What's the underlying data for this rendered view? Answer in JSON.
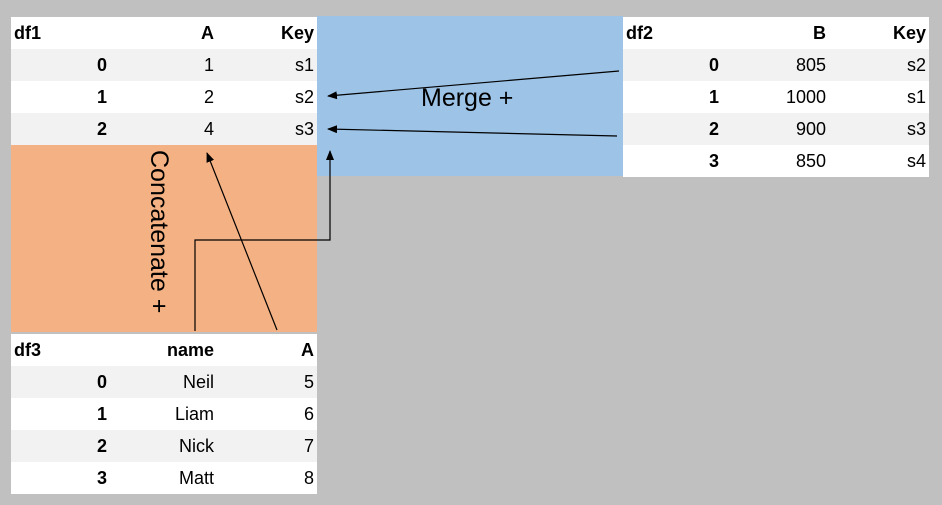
{
  "df1": {
    "name": "df1",
    "columns": [
      "A",
      "Key"
    ],
    "rows": [
      {
        "index": "0",
        "A": "1",
        "Key": "s1"
      },
      {
        "index": "1",
        "A": "2",
        "Key": "s2"
      },
      {
        "index": "2",
        "A": "4",
        "Key": "s3"
      }
    ]
  },
  "df2": {
    "name": "df2",
    "columns": [
      "B",
      "Key"
    ],
    "rows": [
      {
        "index": "0",
        "B": "805",
        "Key": "s2"
      },
      {
        "index": "1",
        "B": "1000",
        "Key": "s1"
      },
      {
        "index": "2",
        "B": "900",
        "Key": "s3"
      },
      {
        "index": "3",
        "B": "850",
        "Key": "s4"
      }
    ]
  },
  "df3": {
    "name": "df3",
    "columns": [
      "name",
      "A"
    ],
    "rows": [
      {
        "index": "0",
        "name": "Neil",
        "A": "5"
      },
      {
        "index": "1",
        "name": "Liam",
        "A": "6"
      },
      {
        "index": "2",
        "name": "Nick",
        "A": "7"
      },
      {
        "index": "3",
        "name": "Matt",
        "A": "8"
      }
    ]
  },
  "labels": {
    "merge": "Merge +",
    "concatenate": "Concatenate +"
  },
  "colors": {
    "background": "#c0c0c0",
    "merge_region": "#9dc3e6",
    "concatenate_region": "#f4b183",
    "stripe": "#f2f2f2"
  }
}
